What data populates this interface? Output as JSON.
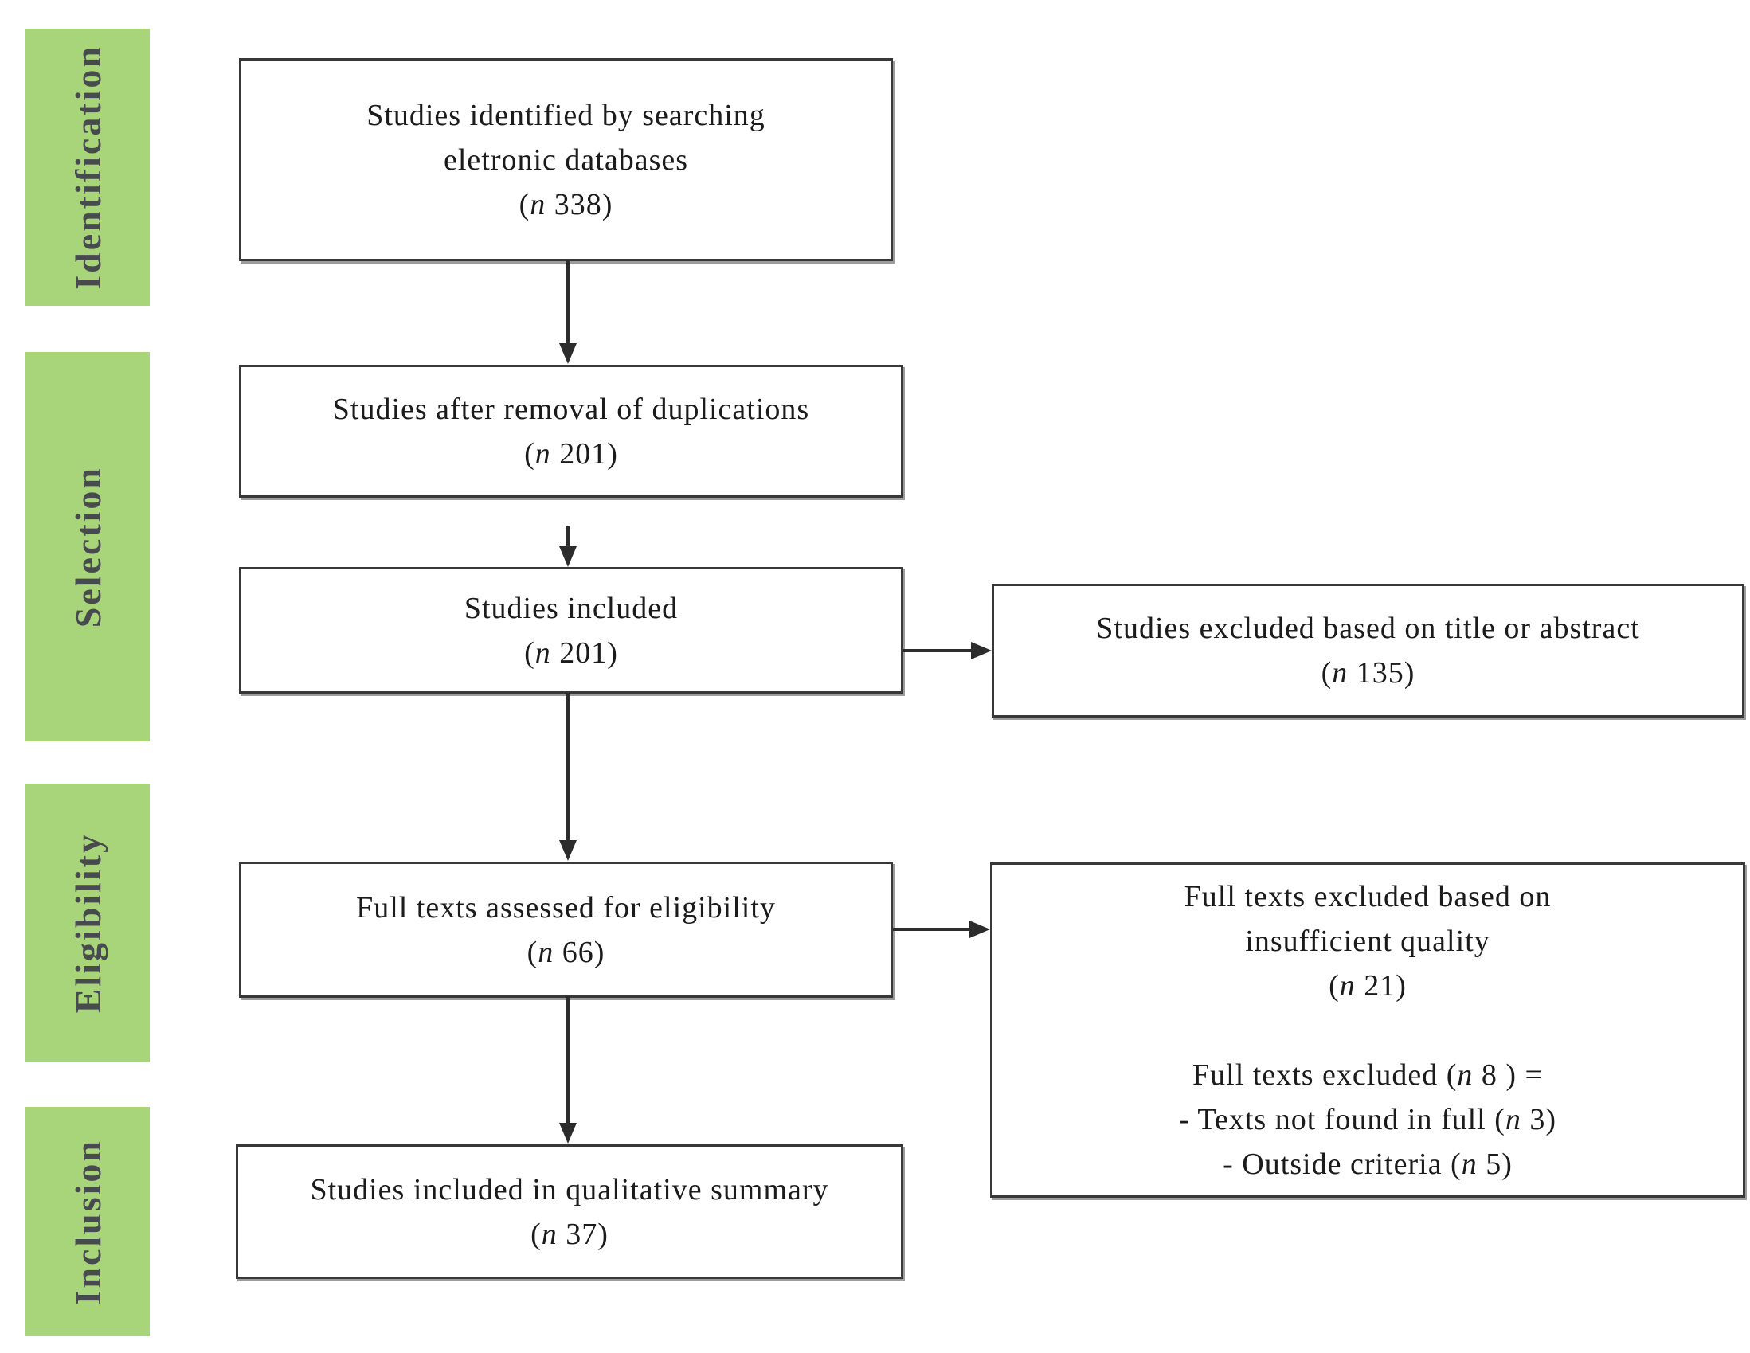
{
  "colors": {
    "stage_bg": "#a8d47a",
    "stage_text": "#474b4e",
    "box_border": "#383838",
    "box_text": "#1b1b1b",
    "arrow": "#2c2c2c"
  },
  "sidebar": {
    "stages": [
      {
        "label": "Identification"
      },
      {
        "label": "Selection"
      },
      {
        "label": "Eligibility"
      },
      {
        "label": "Inclusion"
      }
    ]
  },
  "boxes": {
    "identified": {
      "lines": [
        [
          {
            "t": "Studies identified by searching"
          }
        ],
        [
          {
            "t": "eletronic databases"
          }
        ],
        [
          {
            "t": "("
          },
          {
            "t": "n",
            "i": true
          },
          {
            "t": " 338)"
          }
        ]
      ]
    },
    "deduplicated": {
      "lines": [
        [
          {
            "t": "Studies after removal of duplications"
          }
        ],
        [
          {
            "t": "("
          },
          {
            "t": "n",
            "i": true
          },
          {
            "t": " 201)"
          }
        ]
      ]
    },
    "included": {
      "lines": [
        [
          {
            "t": "Studies included"
          }
        ],
        [
          {
            "t": "("
          },
          {
            "t": "n",
            "i": true
          },
          {
            "t": " 201)"
          }
        ]
      ]
    },
    "excluded_title_abstract": {
      "lines": [
        [
          {
            "t": "Studies excluded based on title or abstract"
          }
        ],
        [
          {
            "t": "("
          },
          {
            "t": "n",
            "i": true
          },
          {
            "t": " 135)"
          }
        ]
      ]
    },
    "fulltext_assessed": {
      "lines": [
        [
          {
            "t": "Full texts assessed for eligibility"
          }
        ],
        [
          {
            "t": "("
          },
          {
            "t": "n",
            "i": true
          },
          {
            "t": " 66)"
          }
        ]
      ]
    },
    "fulltext_excluded": {
      "lines": [
        [
          {
            "t": "Full texts excluded based on"
          }
        ],
        [
          {
            "t": "insufficient quality"
          }
        ],
        [
          {
            "t": "("
          },
          {
            "t": "n",
            "i": true
          },
          {
            "t": " 21)"
          }
        ],
        [],
        [
          {
            "t": "Full texts excluded ("
          },
          {
            "t": "n",
            "i": true
          },
          {
            "t": " 8 ) ="
          }
        ],
        [
          {
            "t": "- Texts not found in full ("
          },
          {
            "t": "n",
            "i": true
          },
          {
            "t": " 3)"
          }
        ],
        [
          {
            "t": "- Outside criteria ("
          },
          {
            "t": "n",
            "i": true
          },
          {
            "t": " 5)"
          }
        ]
      ]
    },
    "qualitative_summary": {
      "lines": [
        [
          {
            "t": "Studies included in qualitative summary"
          }
        ],
        [
          {
            "t": "("
          },
          {
            "t": "n",
            "i": true
          },
          {
            "t": " 37)"
          }
        ]
      ]
    }
  }
}
